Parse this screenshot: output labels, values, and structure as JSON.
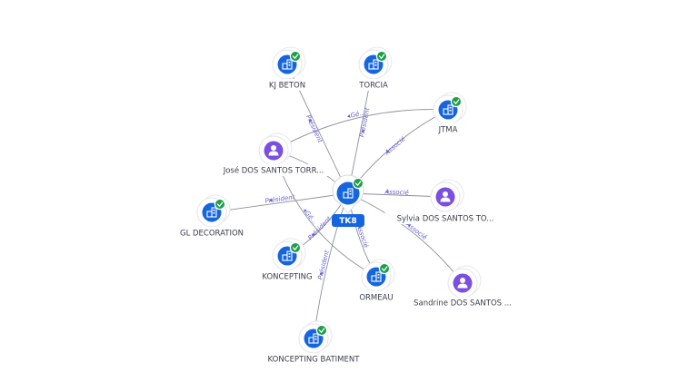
{
  "center": {
    "id": "tk8",
    "label": "TK8",
    "type": "company",
    "verified": true
  },
  "nodes": [
    {
      "id": "kj-beton",
      "label": "KJ BETON",
      "type": "company",
      "verified": true
    },
    {
      "id": "torcia",
      "label": "TORCIA",
      "type": "company",
      "verified": true
    },
    {
      "id": "jtma",
      "label": "JTMA",
      "type": "company",
      "verified": true
    },
    {
      "id": "jose",
      "label": "José DOS SANTOS TORR...",
      "type": "person",
      "verified": false
    },
    {
      "id": "sylvia",
      "label": "Sylvia DOS SANTOS TO...",
      "type": "person",
      "verified": false
    },
    {
      "id": "gl-decoration",
      "label": "GL DECORATION",
      "type": "company",
      "verified": true
    },
    {
      "id": "koncepting",
      "label": "KONCEPTING",
      "type": "company",
      "verified": true
    },
    {
      "id": "ormeau",
      "label": "ORMEAU",
      "type": "company",
      "verified": true
    },
    {
      "id": "sandrine",
      "label": "Sandrine DOS SANTOS ...",
      "type": "person",
      "verified": false
    },
    {
      "id": "koncepting-batiment",
      "label": "KONCEPTING BATIMENT",
      "type": "company",
      "verified": true
    }
  ],
  "edges": [
    {
      "from": "tk8",
      "to": "kj-beton",
      "label": "Président"
    },
    {
      "from": "tk8",
      "to": "torcia",
      "label": "Président"
    },
    {
      "from": "jose",
      "to": "jtma",
      "label": "Gé..."
    },
    {
      "from": "tk8",
      "to": "jtma",
      "label": "Associé"
    },
    {
      "from": "tk8",
      "to": "jose",
      "label": "Gé..."
    },
    {
      "from": "sylvia",
      "to": "tk8",
      "label": "Associé"
    },
    {
      "from": "tk8",
      "to": "gl-decoration",
      "label": "Président"
    },
    {
      "from": "tk8",
      "to": "koncepting",
      "label": "Président"
    },
    {
      "from": "tk8",
      "to": "ormeau",
      "label": "Associé"
    },
    {
      "from": "jose",
      "to": "ormeau",
      "label": "Gé..."
    },
    {
      "from": "sandrine",
      "to": "tk8",
      "label": "Associé"
    },
    {
      "from": "tk8",
      "to": "koncepting-batiment",
      "label": "Président"
    }
  ],
  "colors": {
    "company_icon": "#1565e0",
    "person_icon": "#7b4fe0",
    "verified_badge": "#1e9e4a",
    "edge": "#8a8f9a",
    "edge_label": "#6a5fd0",
    "center_badge": "#1565e0"
  },
  "icons": {
    "company": "building-icon",
    "person": "person-icon",
    "verified": "check-icon"
  }
}
